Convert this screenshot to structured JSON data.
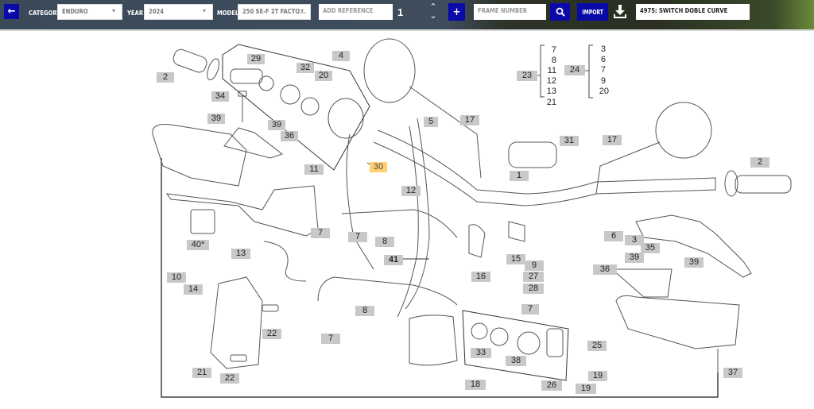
{
  "toolbar": {
    "back_icon": "arrow-left-icon",
    "category_label": "CATEGORY",
    "category_value": "ENDURO",
    "year_label": "YEAR",
    "year_value": "2024",
    "model_label": "MODEL",
    "model_value": "250 SE-F 2T FACTO...",
    "reference_placeholder": "ADD REFERENCE",
    "quantity": "1",
    "add_button": "+",
    "frame_placeholder": "FRAME NUMBER",
    "search_icon": "search-icon",
    "import_label": "IMPORT",
    "download_icon": "download-icon",
    "frame_title": "4975: SWITCH DOBLE CURVE",
    "caret": "▾",
    "up": "⌃",
    "down": "⌄"
  },
  "diagram": {
    "callouts": [
      {
        "id": "2a",
        "text": "2"
      },
      {
        "id": "29",
        "text": "29"
      },
      {
        "id": "32",
        "text": "32"
      },
      {
        "id": "20",
        "text": "20"
      },
      {
        "id": "4",
        "text": "4"
      },
      {
        "id": "34",
        "text": "34"
      },
      {
        "id": "39a",
        "text": "39"
      },
      {
        "id": "39b",
        "text": "39"
      },
      {
        "id": "36a",
        "text": "36"
      },
      {
        "id": "5",
        "text": "5"
      },
      {
        "id": "17a",
        "text": "17"
      },
      {
        "id": "30",
        "text": "30",
        "highlighted": true
      },
      {
        "id": "11",
        "text": "11"
      },
      {
        "id": "12",
        "text": "12"
      },
      {
        "id": "7a",
        "text": "7"
      },
      {
        "id": "7b",
        "text": "7"
      },
      {
        "id": "8a",
        "text": "8"
      },
      {
        "id": "40",
        "text": "40*"
      },
      {
        "id": "13",
        "text": "13"
      },
      {
        "id": "10",
        "text": "10"
      },
      {
        "id": "14",
        "text": "14"
      },
      {
        "id": "41",
        "text": "41"
      },
      {
        "id": "31",
        "text": "31"
      },
      {
        "id": "1",
        "text": "1"
      },
      {
        "id": "17b",
        "text": "17"
      },
      {
        "id": "2b",
        "text": "2"
      },
      {
        "id": "6",
        "text": "6"
      },
      {
        "id": "3",
        "text": "3"
      },
      {
        "id": "35",
        "text": "35"
      },
      {
        "id": "39c",
        "text": "39"
      },
      {
        "id": "39d",
        "text": "39"
      },
      {
        "id": "36b",
        "text": "36"
      },
      {
        "id": "15",
        "text": "15"
      },
      {
        "id": "16",
        "text": "16"
      },
      {
        "id": "9",
        "text": "9"
      },
      {
        "id": "27",
        "text": "27"
      },
      {
        "id": "28",
        "text": "28"
      },
      {
        "id": "7c",
        "text": "7"
      },
      {
        "id": "8b",
        "text": "8"
      },
      {
        "id": "7d",
        "text": "7"
      },
      {
        "id": "22a",
        "text": "22"
      },
      {
        "id": "21",
        "text": "21"
      },
      {
        "id": "22b",
        "text": "22"
      },
      {
        "id": "33",
        "text": "33"
      },
      {
        "id": "38",
        "text": "38"
      },
      {
        "id": "25",
        "text": "25"
      },
      {
        "id": "19a",
        "text": "19"
      },
      {
        "id": "19b",
        "text": "19"
      },
      {
        "id": "26",
        "text": "26"
      },
      {
        "id": "18",
        "text": "18"
      },
      {
        "id": "37",
        "text": "37"
      },
      {
        "id": "23",
        "text": "23"
      },
      {
        "id": "24",
        "text": "24"
      }
    ],
    "kit_23": [
      "7",
      "8",
      "11",
      "12",
      "13",
      "21"
    ],
    "kit_24": [
      "3",
      "6",
      "7",
      "9",
      "20"
    ]
  }
}
